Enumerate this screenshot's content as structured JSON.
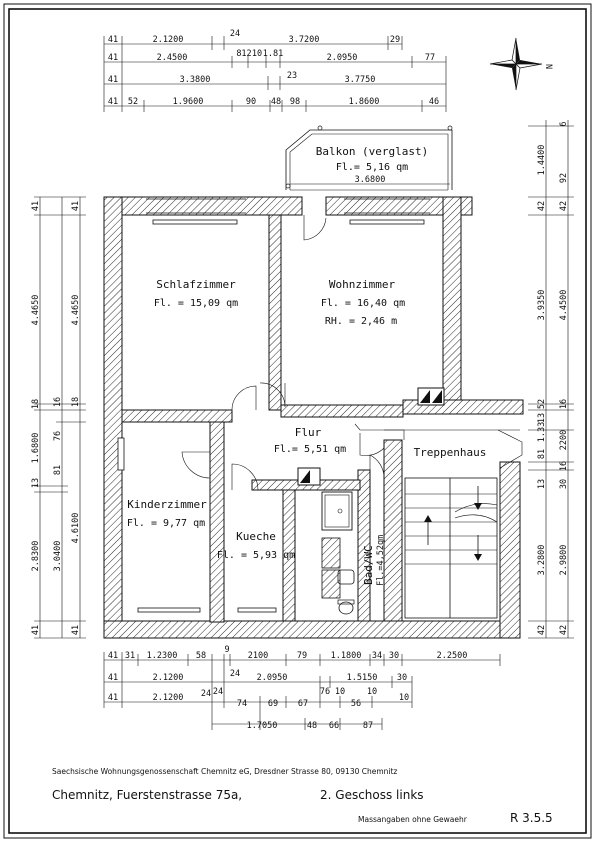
{
  "rooms": {
    "balkon": {
      "name": "Balkon (verglast)",
      "area": "Fl.= 5,16 qm"
    },
    "schlafzimmer": {
      "name": "Schlafzimmer",
      "area": "Fl. = 15,09 qm"
    },
    "wohnzimmer": {
      "name": "Wohnzimmer",
      "area": "Fl. = 16,40 qm",
      "height": "RH. = 2,46 m"
    },
    "flur": {
      "name": "Flur",
      "area": "Fl.= 5,51 qm"
    },
    "treppenhaus": {
      "name": "Treppenhaus"
    },
    "kinderzimmer": {
      "name": "Kinderzimmer",
      "area": "Fl. = 9,77 qm"
    },
    "kueche": {
      "name": "Kueche",
      "area": "Fl. = 5,93 qm"
    },
    "bad": {
      "name": "Bad/WC",
      "area": "Fl.=4,52qm"
    }
  },
  "dims_top": {
    "row1": [
      "41",
      "2.1200",
      "24",
      "3.7200",
      "29"
    ],
    "row2": [
      "41",
      "2.4500",
      "812",
      "10",
      "1.81",
      "2.0950",
      "77"
    ],
    "row3": [
      "41",
      "3.3800",
      "23",
      "3.7750"
    ],
    "row4": [
      "41",
      "52",
      "1.9600",
      "90",
      "48",
      "98",
      "1.8600",
      "46"
    ],
    "balkon_width": "3.6800"
  },
  "dims_bottom": {
    "row1": [
      "41",
      "31",
      "1.2300",
      "58",
      "9",
      "2100",
      "79",
      "1.1800",
      "34",
      "30",
      "2.2500"
    ],
    "row2": [
      "41",
      "2.1200",
      "24",
      "2.0950",
      "76",
      "10",
      "1.5150",
      "30"
    ],
    "row3": [
      "41",
      "2.1200",
      "24",
      "74",
      "69",
      "67",
      "56",
      "10"
    ],
    "row4": [
      "1.7050",
      "48",
      "66",
      "87"
    ],
    "misc": [
      "24",
      "10"
    ]
  },
  "dims_left": {
    "outer": [
      "41",
      "4.4650",
      "18",
      "13",
      "81",
      "2.8300",
      "41"
    ],
    "inner": [
      "41",
      "4.4650",
      "16",
      "18",
      "76",
      "1.6800",
      "3.0400",
      "4.6100",
      "41"
    ]
  },
  "dims_right": {
    "outer": [
      "6",
      "1.4400",
      "92",
      "3.9350",
      "4.4500",
      "52",
      "13",
      "2200",
      "81",
      "13",
      "3.2800",
      "2.9800",
      "42"
    ],
    "inner": [
      "42",
      "42",
      "16",
      "1.33",
      "16",
      "30",
      "42"
    ]
  },
  "compass_label": "N",
  "footer": {
    "company": "Saechsische Wohnungsgenossenschaft Chemnitz eG, Dresdner Strasse 80,  09130 Chemnitz",
    "address": "Chemnitz, Fuerstenstrasse 75a,",
    "floor": "2. Geschoss links",
    "disclaimer": "Massangaben ohne Gewaehr",
    "ref": "R  3.5.5"
  }
}
